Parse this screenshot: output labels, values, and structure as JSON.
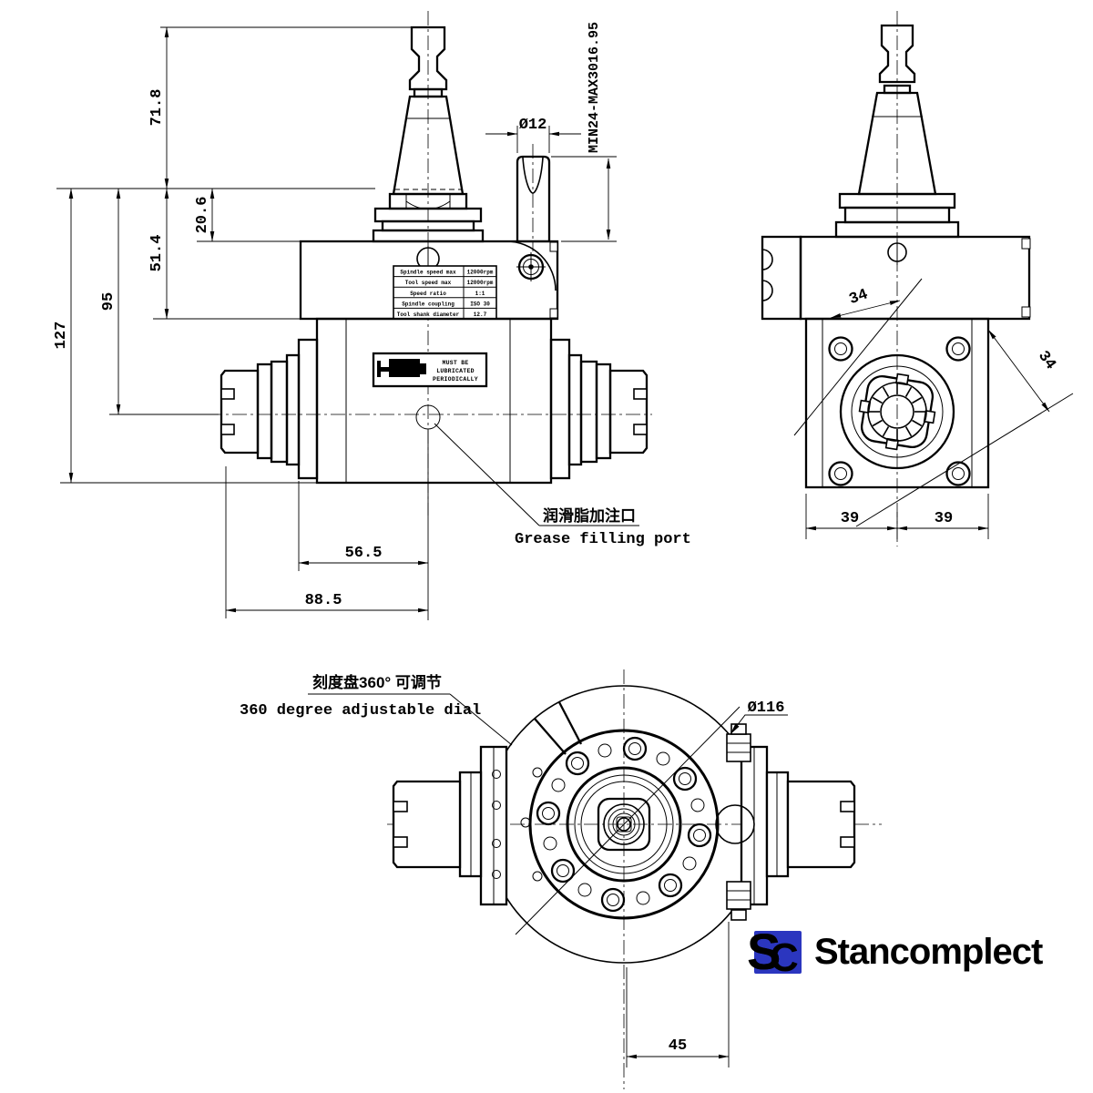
{
  "front": {
    "dims": {
      "h718": "71.8",
      "h206": "20.6",
      "h514": "51.4",
      "h95": "95",
      "h127": "127",
      "w565": "56.5",
      "w885": "88.5",
      "pin_dia": "Ø12",
      "stroke_range": "MIN24-MAX3016.95"
    },
    "table": {
      "rows": [
        {
          "label": "Spindle speed max",
          "value": "12000rpm"
        },
        {
          "label": "Tool speed max",
          "value": "12000rpm"
        },
        {
          "label": "Speed ratio",
          "value": "1:1"
        },
        {
          "label": "Spindle coupling",
          "value": "ISO 30"
        },
        {
          "label": "Tool shank diameter",
          "value": "12.7"
        }
      ]
    },
    "lube": {
      "l1": "MUST BE",
      "l2": "LUBRICATED",
      "l3": "PERIODICALLY"
    },
    "grease": {
      "zh": "润滑脂加注口",
      "en": "Grease filling port"
    }
  },
  "side": {
    "dims": {
      "d34_top": "34",
      "d34_right": "34",
      "d39_left": "39",
      "d39_right": "39"
    }
  },
  "bottom": {
    "dims": {
      "dia": "Ø116",
      "d45": "45"
    },
    "dial": {
      "zh": "刻度盘360° 可调节",
      "en": "360 degree adjustable dial"
    }
  },
  "logo": {
    "s": "S",
    "c": "C",
    "brand": "Stancomplect",
    "blue": "#2b36bf"
  }
}
